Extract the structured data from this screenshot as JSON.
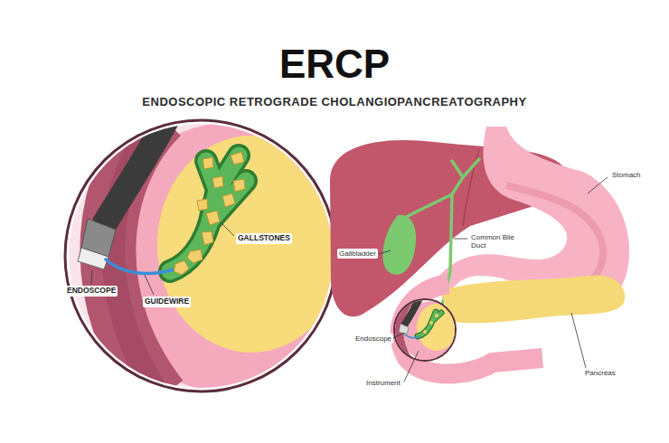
{
  "diagram": {
    "title": "ERCP",
    "labels": [
      "ENDOSCOPIC RETROGRADE CHOLANGIOPANCREATOGRAPHY",
      "GALLSTONES",
      "ENDOSCOPE",
      "GUIDEWIRE",
      "Stomach",
      "Gallbladder",
      "Common Bile Duct",
      "Endoscope",
      "Instrument",
      "Pancreas"
    ]
  }
}
